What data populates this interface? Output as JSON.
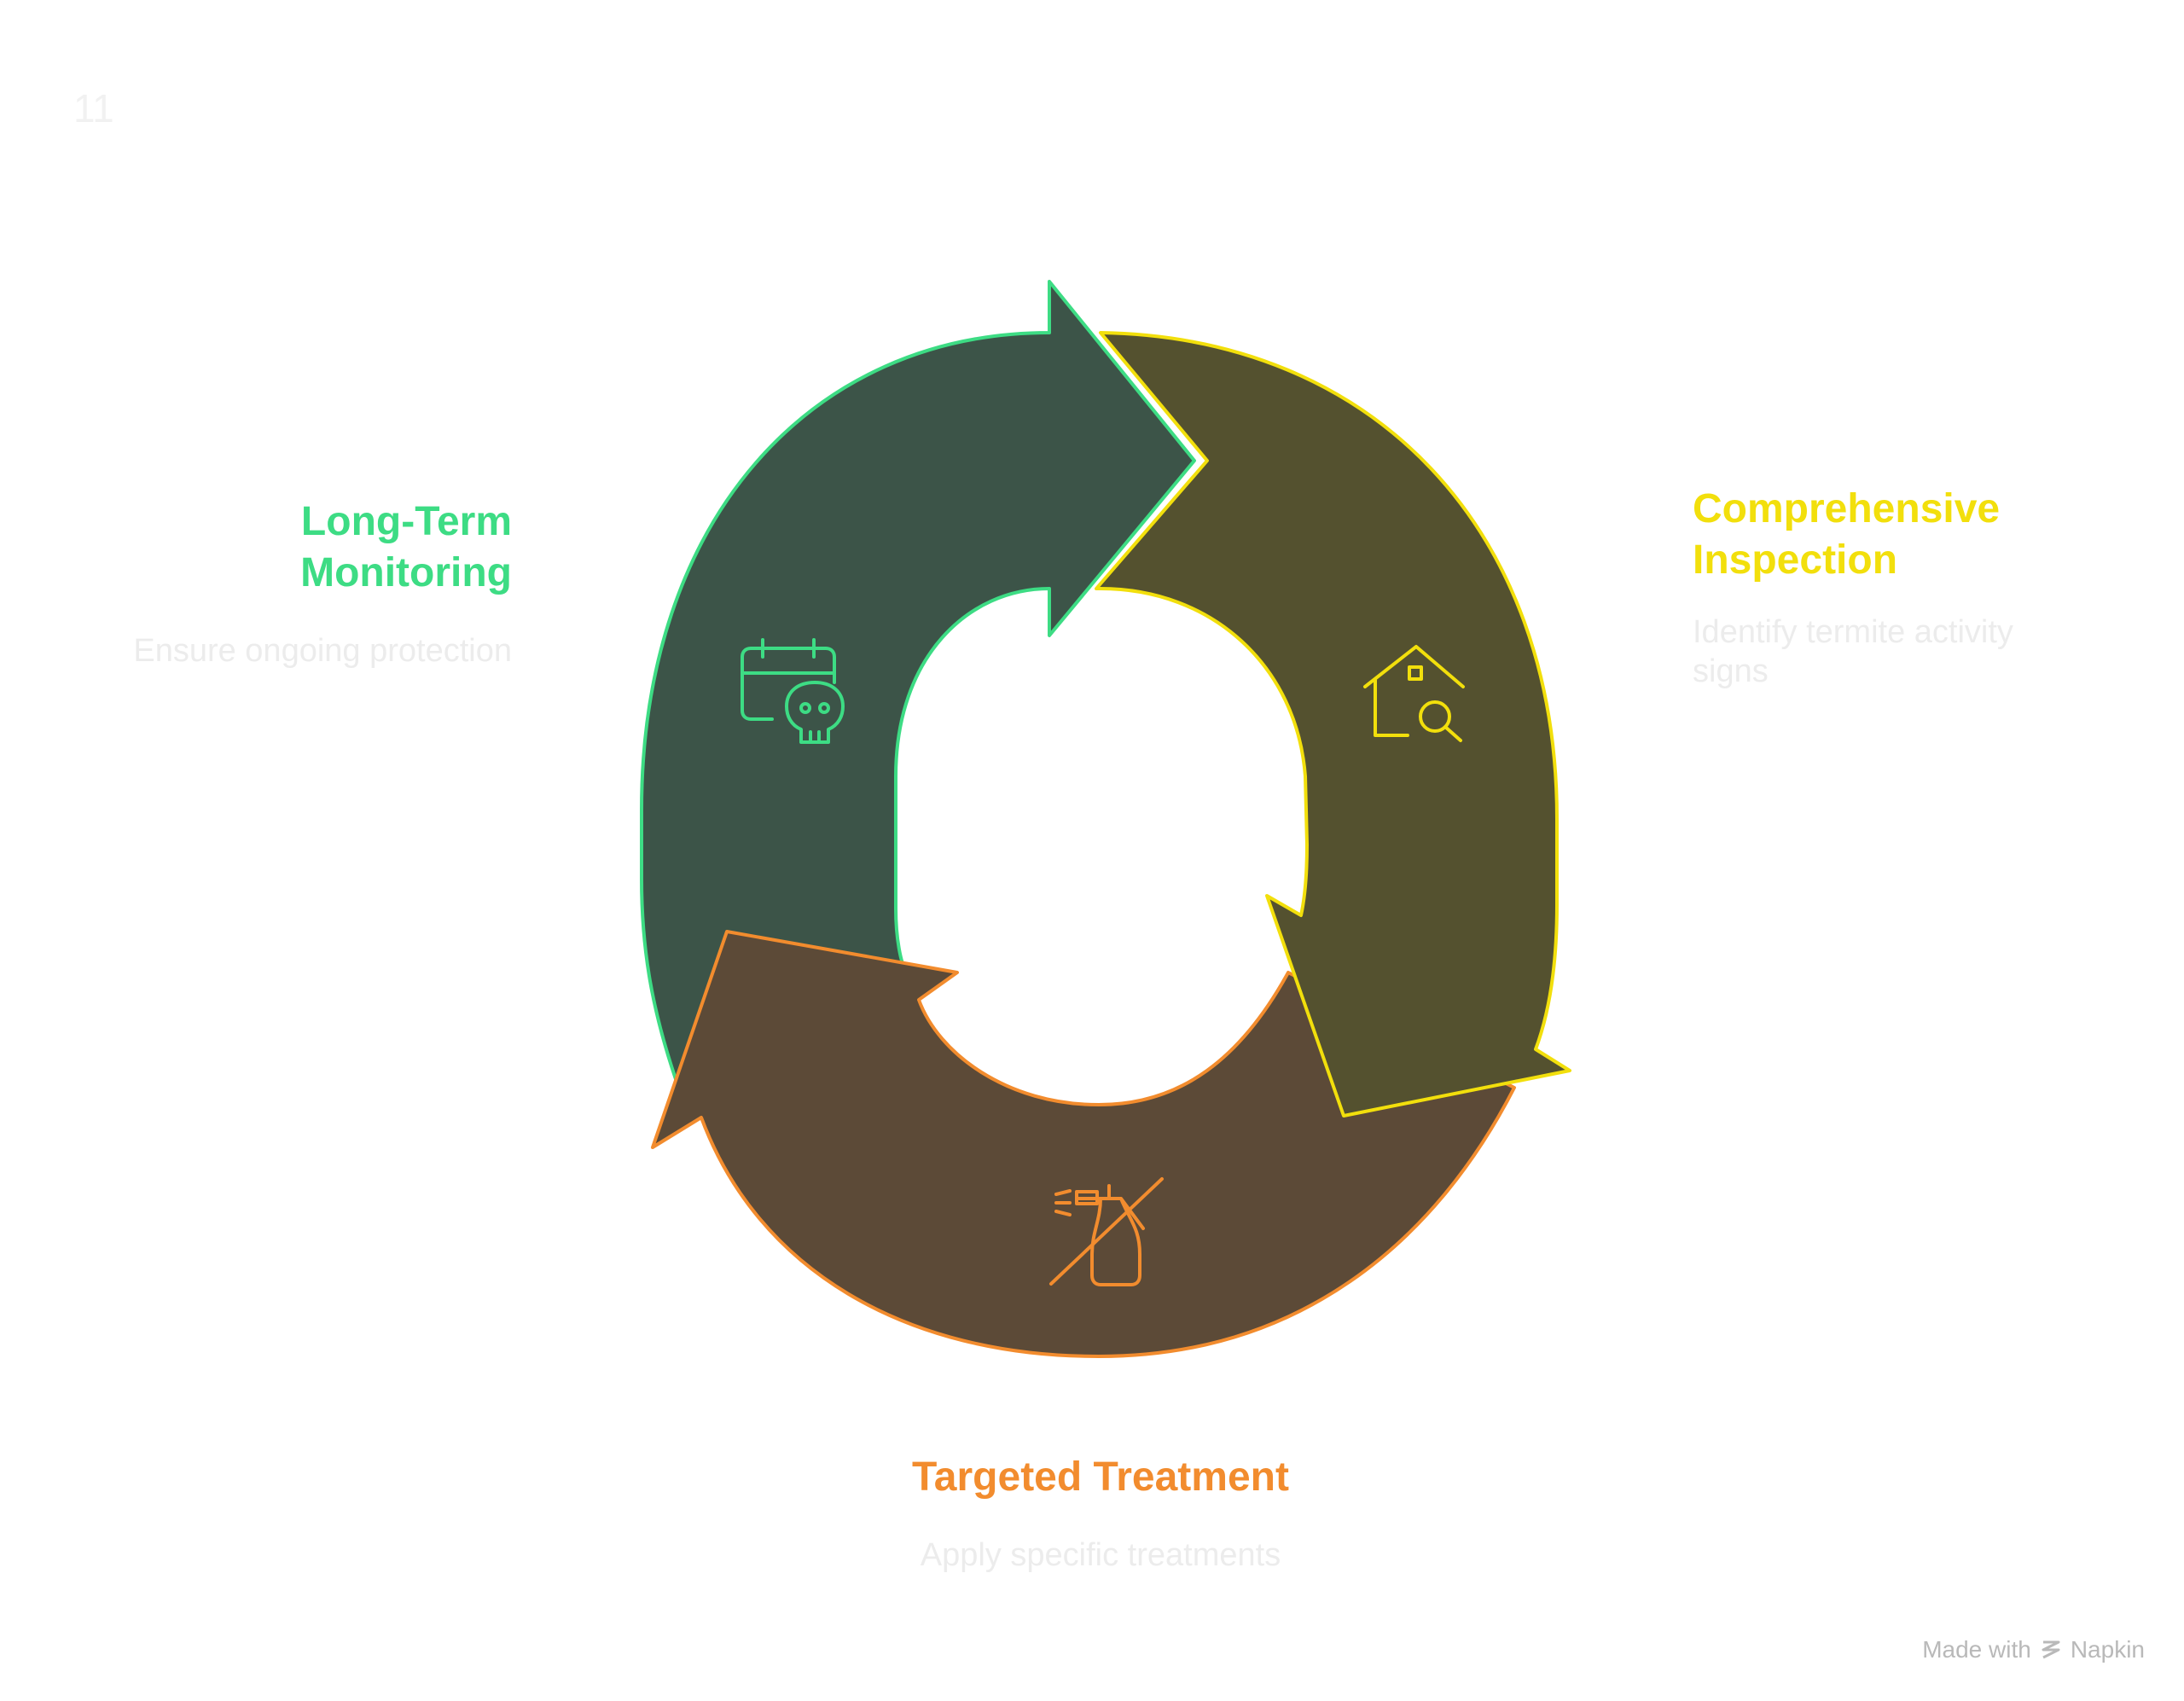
{
  "page": {
    "number": "11"
  },
  "cycle": {
    "steps": [
      {
        "title": "Comprehensive Inspection",
        "description": "Identify termite activity signs",
        "icon": "house-search-icon",
        "color": "#f2df0c",
        "fill": "#54512f"
      },
      {
        "title": "Targeted Treatment",
        "description": "Apply specific treatments",
        "icon": "spray-bottle-slash-icon",
        "color": "#f28c2e",
        "fill": "#5c4a37"
      },
      {
        "title": "Long-Term Monitoring",
        "description": "Ensure ongoing protection",
        "icon": "calendar-skull-icon",
        "color": "#3ddc84",
        "fill": "#3c5448"
      }
    ]
  },
  "footer": {
    "made_with": "Made with",
    "brand": "Napkin"
  }
}
